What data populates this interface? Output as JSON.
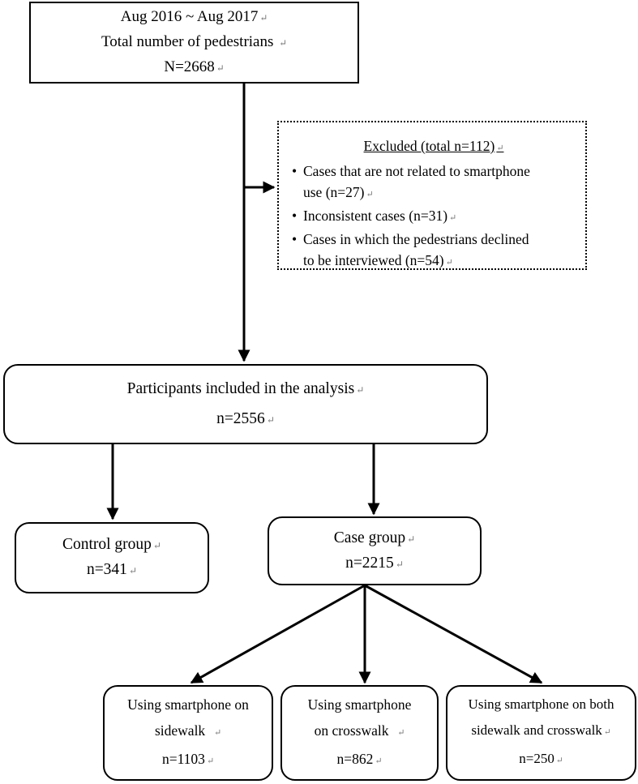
{
  "period": "Aug 2016 ~ Aug 2017",
  "total": {
    "label": "Total number of pedestrians",
    "n": "N=2668"
  },
  "excluded": {
    "title": "Excluded (total n=112)",
    "items": [
      {
        "line1": "Cases that are not related to smartphone",
        "line2": "use (n=27)"
      },
      {
        "line1": "Inconsistent cases (n=31)"
      },
      {
        "line1": "Cases in which the pedestrians declined",
        "line2": "to be interviewed (n=54)"
      }
    ]
  },
  "participants": {
    "label": "Participants included in the analysis",
    "n": "n=2556"
  },
  "control": {
    "label": "Control group",
    "n": "n=341"
  },
  "case": {
    "label": "Case group",
    "n": "n=2215"
  },
  "subgroups": [
    {
      "line1": "Using smartphone on",
      "line2": "sidewalk",
      "n": "n=1103"
    },
    {
      "line1": "Using smartphone",
      "line2": "on crosswalk",
      "n": "n=862"
    },
    {
      "line1": "Using smartphone on both",
      "line2": "sidewalk and crosswalk",
      "n": "n=250"
    }
  ],
  "paragraph_mark": "↵"
}
